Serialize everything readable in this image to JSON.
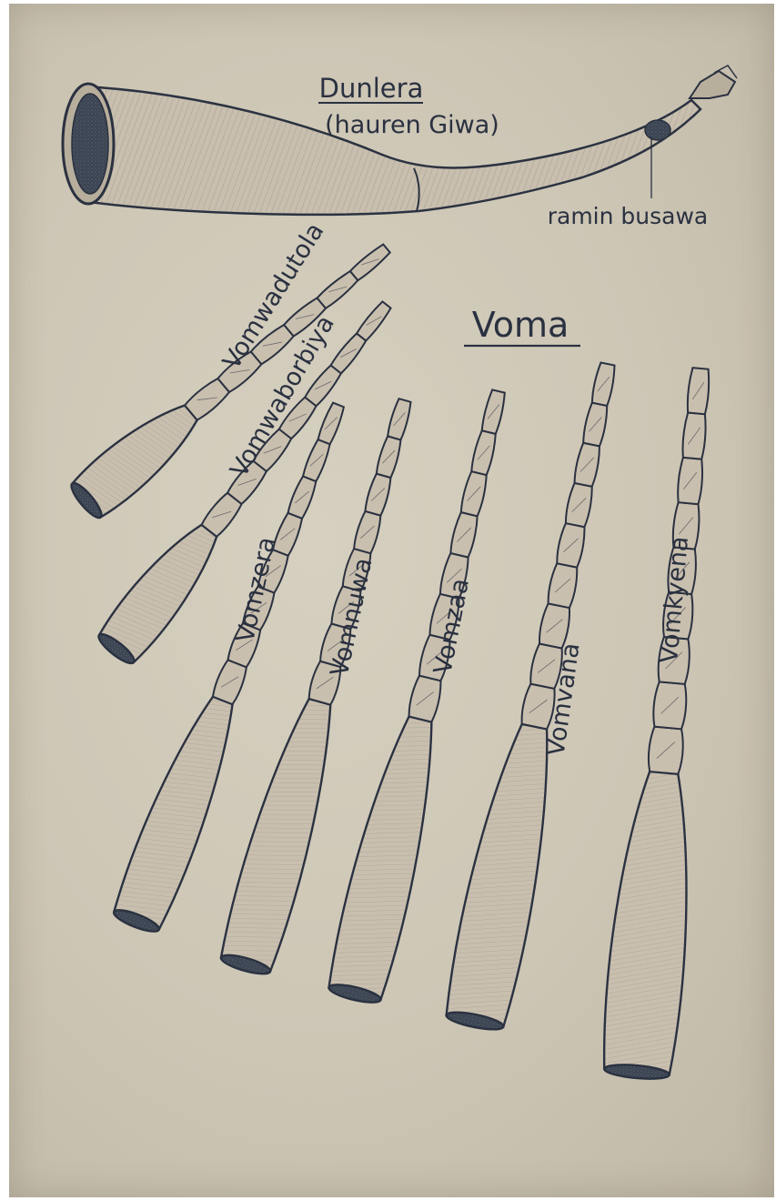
{
  "diagram": {
    "horn": {
      "name": "Dunlera",
      "subtitle": "(hauren Giwa)",
      "part_label": "ramin busawa"
    },
    "group_title": "Voma",
    "instruments": [
      {
        "name": "Vomwadutola"
      },
      {
        "name": "Vomwaborbiya"
      },
      {
        "name": "Vomzera"
      },
      {
        "name": "Vomnuwa"
      },
      {
        "name": "Vomzaa"
      },
      {
        "name": "Vomvana"
      },
      {
        "name": "Vomkyena"
      }
    ]
  },
  "colors": {
    "paper": "#cdc6b5",
    "ink": "#2a3140",
    "horn_fill": "#c9bfae",
    "bore": "#3c4452"
  }
}
